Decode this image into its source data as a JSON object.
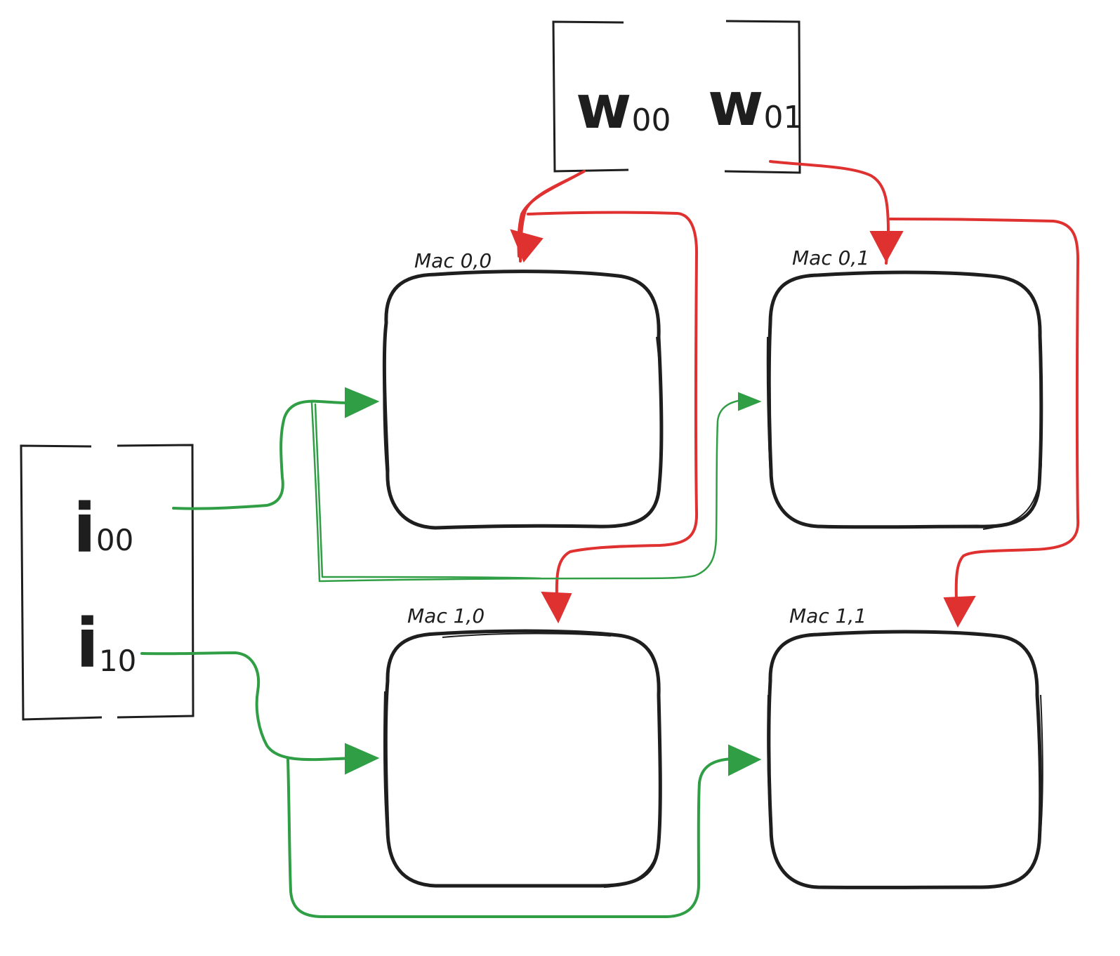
{
  "weights": {
    "w00": {
      "main": "w",
      "sub": "00"
    },
    "w01": {
      "main": "w",
      "sub": "01"
    }
  },
  "inputs": {
    "i00": {
      "main": "i",
      "sub": "00"
    },
    "i10": {
      "main": "i",
      "sub": "10"
    }
  },
  "macs": {
    "mac00": "Mac 0,0",
    "mac01": "Mac 0,1",
    "mac10": "Mac 1,0",
    "mac11": "Mac 1,1"
  },
  "colors": {
    "weight_flow": "#e03131",
    "input_flow": "#2f9e44",
    "stroke": "#1e1e1e"
  }
}
